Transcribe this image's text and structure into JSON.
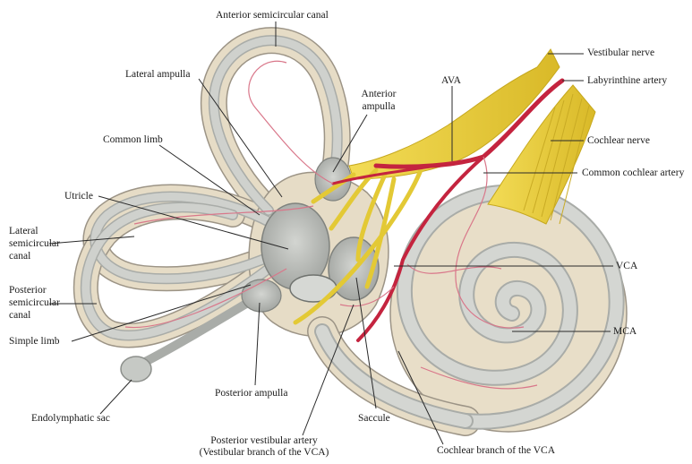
{
  "labels": {
    "anterior_semicircular_canal": "Anterior semicircular canal",
    "lateral_ampulla": "Lateral ampulla",
    "anterior_ampulla_1": "Anterior",
    "anterior_ampulla_2": "ampulla",
    "ava": "AVA",
    "vestibular_nerve": "Vestibular nerve",
    "labyrinthine_artery": "Labyrinthine artery",
    "common_limb": "Common limb",
    "cochlear_nerve": "Cochlear nerve",
    "common_cochlear_artery": "Common cochlear artery",
    "utricle": "Utricle",
    "lateral_semicircular_canal_1": "Lateral",
    "lateral_semicircular_canal_2": "semicircular",
    "lateral_semicircular_canal_3": "canal",
    "vca": "VCA",
    "posterior_semicircular_canal_1": "Posterior",
    "posterior_semicircular_canal_2": "semicircular",
    "posterior_semicircular_canal_3": "canal",
    "mca": "MCA",
    "simple_limb": "Simple limb",
    "posterior_ampulla": "Posterior ampulla",
    "endolymphatic_sac": "Endolymphatic sac",
    "saccule": "Saccule",
    "posterior_vestibular_artery_1": "Posterior vestibular artery",
    "posterior_vestibular_artery_2": "(Vestibular branch of the VCA)",
    "cochlear_branch_vca": "Cochlear branch of the VCA"
  },
  "colors": {
    "bone": "#e6dcc6",
    "bone_edge": "#9c9486",
    "duct": "#c9ccc8",
    "duct_dark": "#a9aca8",
    "nerve": "#e9cf3a",
    "nerve_dark": "#c6a81e",
    "artery": "#c4243f",
    "vessel_thin": "#d9778a",
    "leader": "#2a2a2a"
  }
}
